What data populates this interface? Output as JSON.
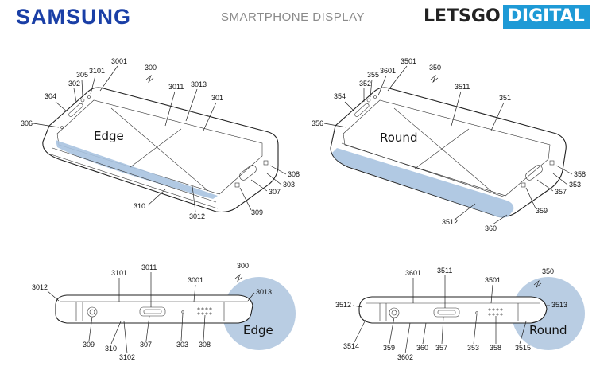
{
  "header": {
    "brand": "SAMSUNG",
    "subtitle": "SMARTPHONE DISPLAY",
    "logo_part1": "LETSGO",
    "logo_part2": "DIGITAL"
  },
  "colors": {
    "brand_blue": "#1a3fa6",
    "logo_blue": "#1e9ad6",
    "highlight": "#a9c3e0",
    "circle": "#b9cde3"
  },
  "figures": {
    "edge_phone": {
      "fig_number": "300",
      "screen_label": "Edge",
      "refs": [
        "3001",
        "3101",
        "305",
        "302",
        "304",
        "306",
        "3011",
        "3013",
        "301",
        "308",
        "303",
        "307",
        "309",
        "3012",
        "310"
      ]
    },
    "round_phone": {
      "fig_number": "350",
      "screen_label": "Round",
      "refs": [
        "3501",
        "3601",
        "355",
        "352",
        "354",
        "356",
        "3511",
        "351",
        "358",
        "353",
        "357",
        "359",
        "360",
        "3512"
      ]
    },
    "edge_side": {
      "fig_number": "300",
      "circle_label": "Edge",
      "refs": [
        "3012",
        "3101",
        "3011",
        "3001",
        "3013",
        "309",
        "310",
        "3102",
        "307",
        "303",
        "308"
      ]
    },
    "round_side": {
      "fig_number": "350",
      "circle_label": "Round",
      "refs": [
        "3512",
        "3601",
        "3511",
        "3501",
        "3513",
        "3514",
        "359",
        "3602",
        "360",
        "357",
        "353",
        "358",
        "3515"
      ]
    }
  }
}
